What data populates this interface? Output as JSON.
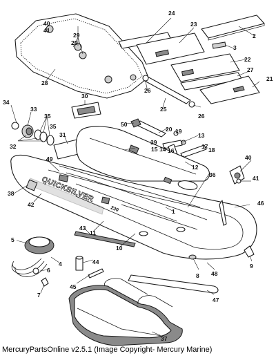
{
  "caption": "MercuryPartsOnline v2.5.1 (Image Copyright- Mercury Marine)",
  "brand_text": "QUICKSILVER",
  "model_text": "230",
  "callouts": [
    "1",
    "2",
    "3",
    "4",
    "5",
    "6",
    "7",
    "8",
    "9",
    "10",
    "11",
    "12",
    "13",
    "14",
    "15",
    "16",
    "17",
    "18",
    "19",
    "20",
    "21",
    "22",
    "23",
    "24",
    "25",
    "26",
    "26",
    "27",
    "28",
    "29",
    "29",
    "30",
    "31",
    "32",
    "33",
    "34",
    "35",
    "35",
    "36",
    "37",
    "38",
    "39",
    "40",
    "40",
    "41",
    "41",
    "42",
    "43",
    "44",
    "45",
    "46",
    "47",
    "48",
    "49",
    "50"
  ]
}
